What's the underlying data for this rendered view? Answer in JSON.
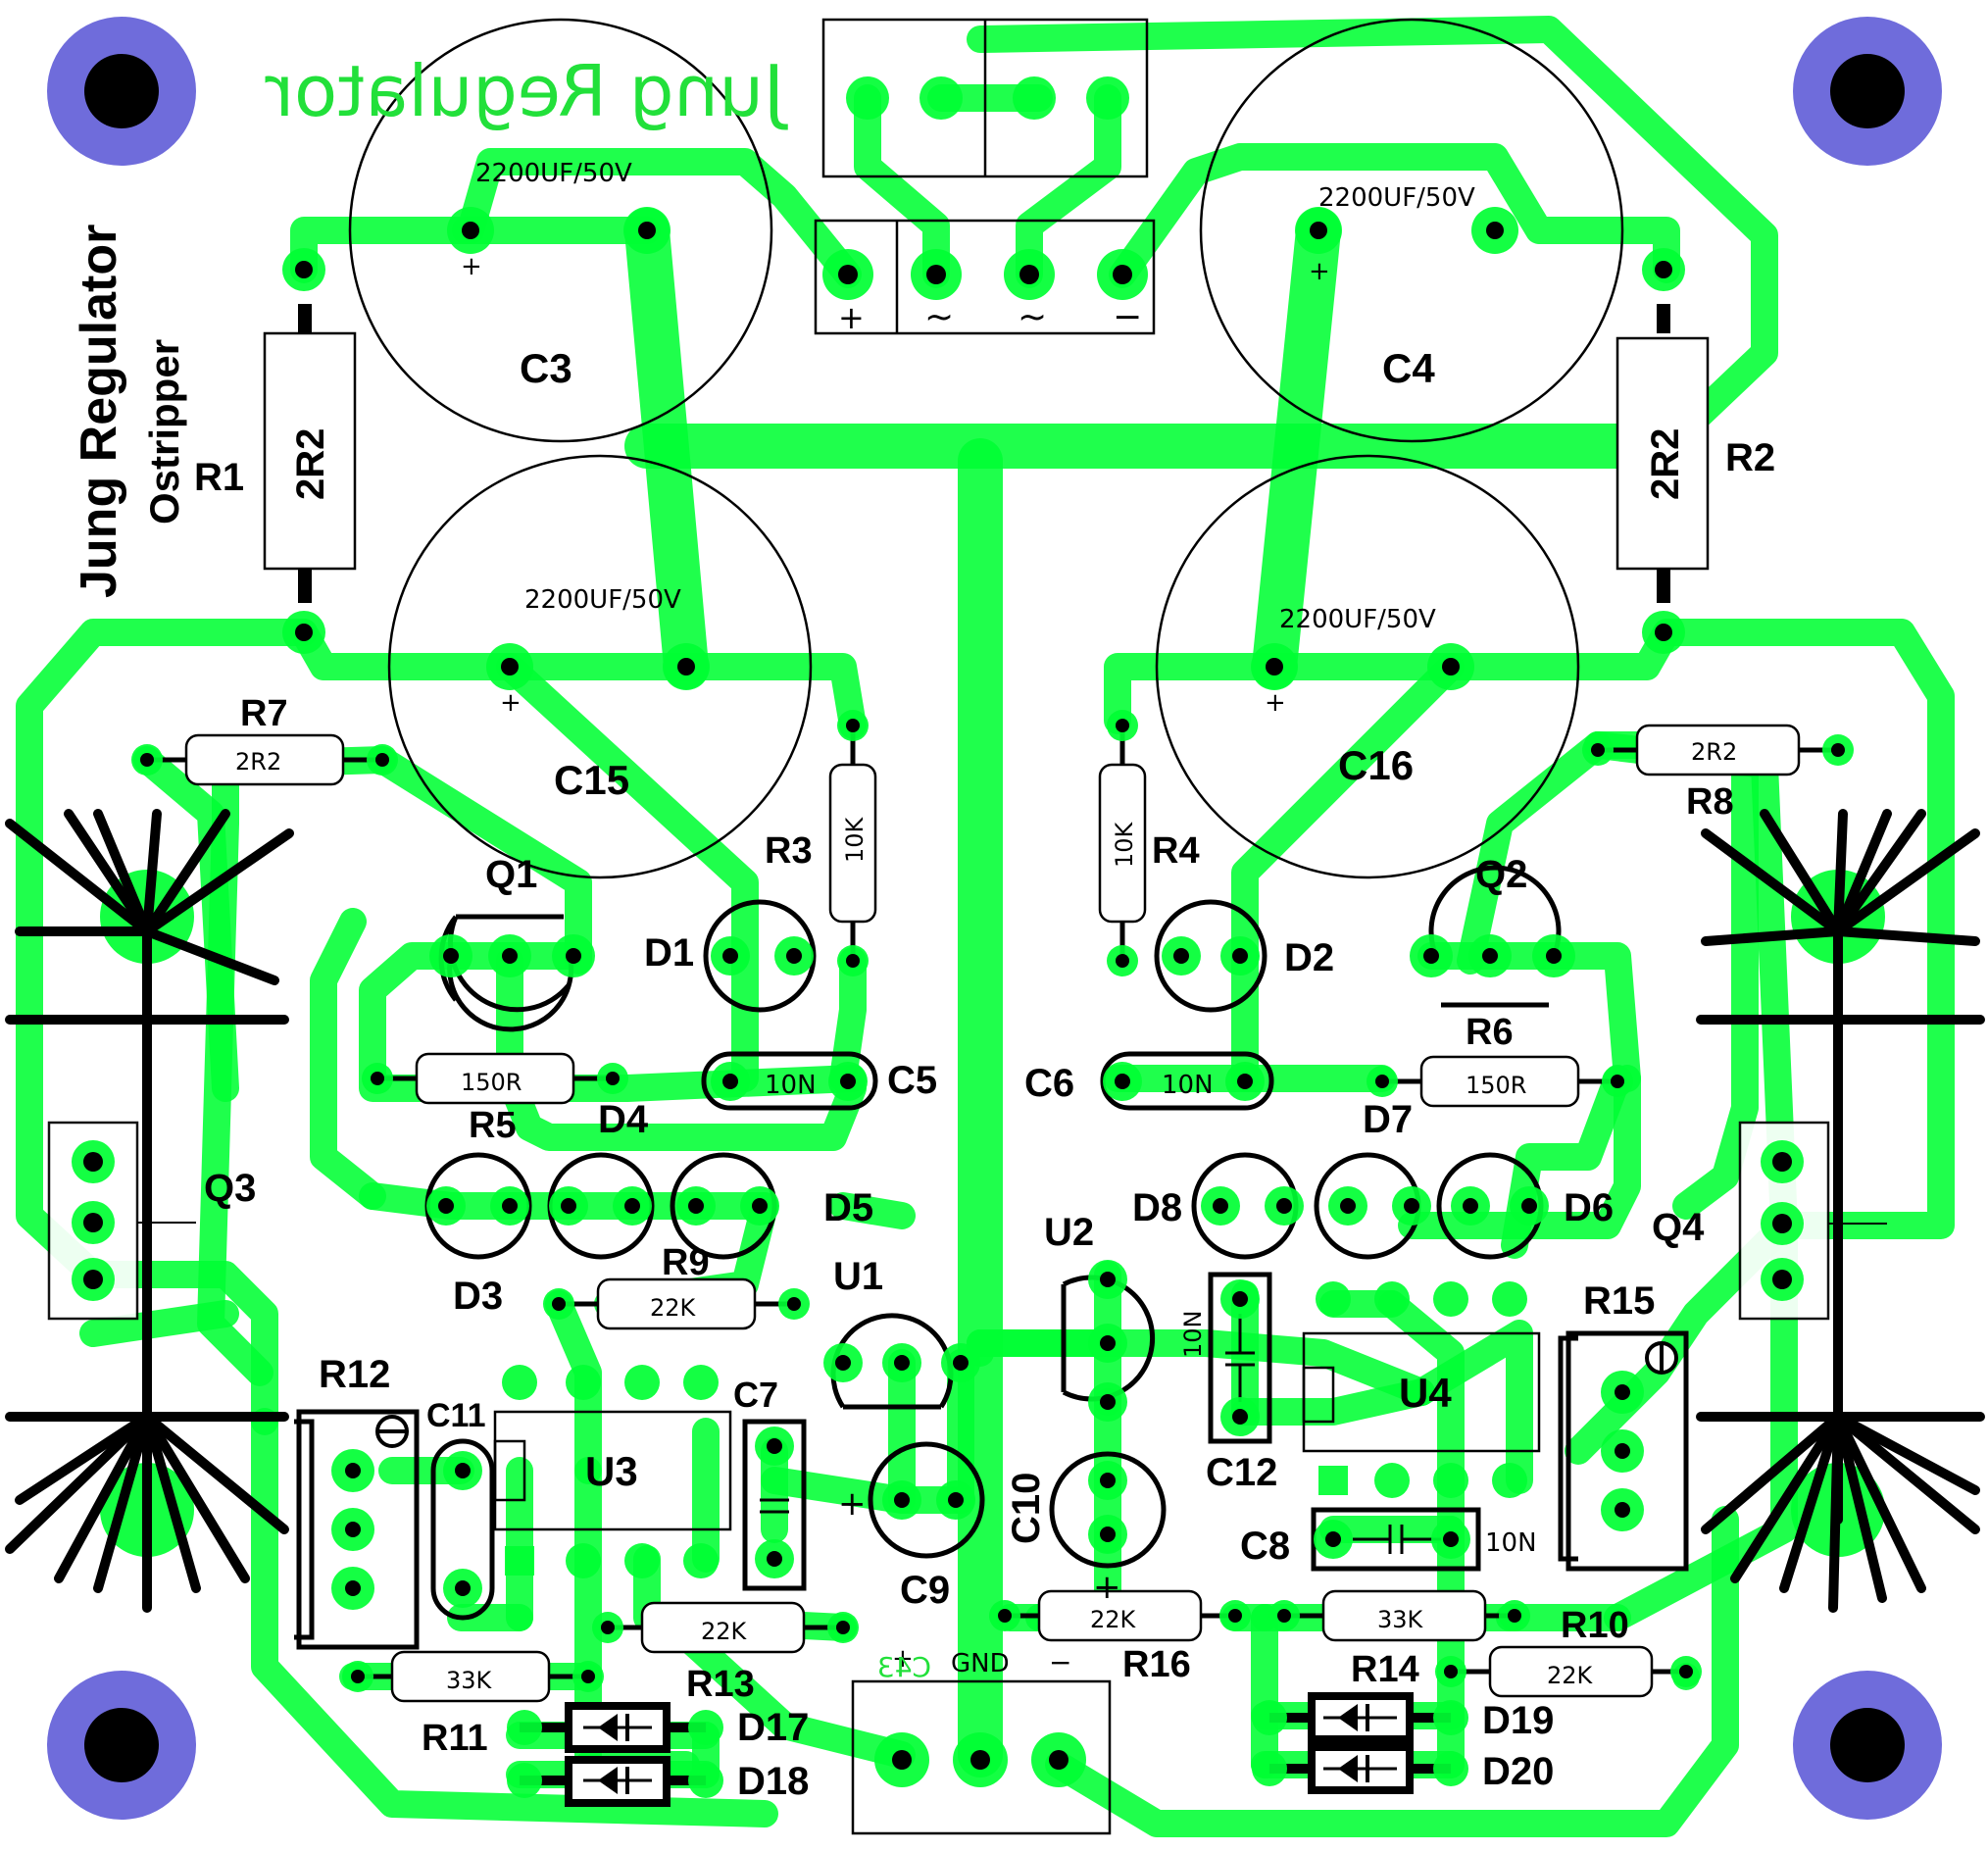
{
  "board": {
    "title_mirrored": "Jung Regulator",
    "title": "Jung Regulator",
    "author": "Ostripper",
    "colors": {
      "copper": "#00ff33",
      "silk": "#000000",
      "mount": "#6f6cdb",
      "mirror_text": "#22e03a"
    }
  },
  "power_in": {
    "labels": [
      "+",
      "~",
      "~",
      "−"
    ]
  },
  "output": {
    "labels": [
      "+",
      "GND",
      "−"
    ],
    "ref": "C43"
  },
  "capacitors_big": [
    {
      "ref": "C3",
      "value": "2200UF/50V"
    },
    {
      "ref": "C4",
      "value": "2200UF/50V"
    },
    {
      "ref": "C15",
      "value": "2200UF/50V"
    },
    {
      "ref": "C16",
      "value": "2200UF/50V"
    }
  ],
  "resistors": [
    {
      "ref": "R1",
      "value": "2R2"
    },
    {
      "ref": "R2",
      "value": "2R2"
    },
    {
      "ref": "R3",
      "value": "10K"
    },
    {
      "ref": "R4",
      "value": "10K"
    },
    {
      "ref": "R5",
      "value": "150R"
    },
    {
      "ref": "R6",
      "value": "150R"
    },
    {
      "ref": "R7",
      "value": "2R2"
    },
    {
      "ref": "R8",
      "value": "2R2"
    },
    {
      "ref": "R9",
      "value": "22K"
    },
    {
      "ref": "R10",
      "value": "22K"
    },
    {
      "ref": "R11",
      "value": "33K"
    },
    {
      "ref": "R13",
      "value": "22K"
    },
    {
      "ref": "R14",
      "value": "33K"
    },
    {
      "ref": "R16",
      "value": "22K"
    }
  ],
  "small_caps": [
    {
      "ref": "C5",
      "value": "10N"
    },
    {
      "ref": "C6",
      "value": "10N"
    },
    {
      "ref": "C8",
      "value": "10N"
    },
    {
      "ref": "C12",
      "value": "10N"
    }
  ],
  "refs": {
    "Q1": "Q1",
    "Q2": "Q2",
    "Q3": "Q3",
    "Q4": "Q4",
    "D1": "D1",
    "D2": "D2",
    "D3": "D3",
    "D4": "D4",
    "D5": "D5",
    "D6": "D6",
    "D7": "D7",
    "D8": "D8",
    "D17": "D17",
    "D18": "D18",
    "D19": "D19",
    "D20": "D20",
    "U1": "U1",
    "U2": "U2",
    "U3": "U3",
    "U4": "U4",
    "C7": "C7",
    "C9": "C9",
    "C10": "C10",
    "C11": "C11",
    "R12": "R12",
    "R15": "R15",
    "plus": "+"
  }
}
